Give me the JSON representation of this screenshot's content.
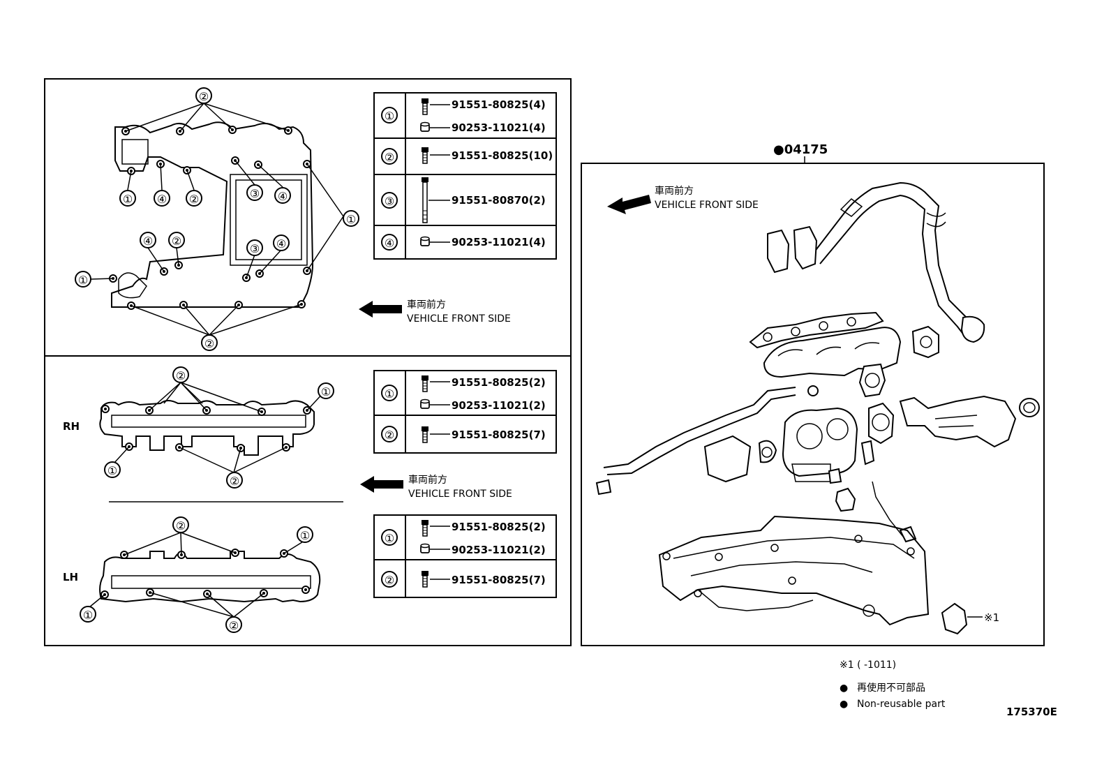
{
  "front_side": {
    "ja": "車両前方",
    "en": "VEHICLE FRONT SIDE"
  },
  "kit_part": "●04175",
  "side_labels": {
    "rh": "RH",
    "lh": "LH"
  },
  "upper_callouts": {
    "top": "②",
    "bottom": "②",
    "right": "①",
    "left": "①",
    "b1": "①",
    "b2": "④",
    "b3": "②",
    "b4": "③",
    "b5": "④",
    "m1": "④",
    "m2": "②",
    "m3": "③",
    "m4": "④"
  },
  "rh_callouts": {
    "top": "②",
    "right": "①",
    "left": "①",
    "bottom": "②"
  },
  "lh_callouts": {
    "top": "②",
    "right": "①",
    "left": "①",
    "bottom": "②"
  },
  "tables": {
    "upper": [
      {
        "ref": "①",
        "items": [
          "91551-80825(4)",
          "90253-11021(4)"
        ]
      },
      {
        "ref": "②",
        "items": [
          "91551-80825(10)"
        ]
      },
      {
        "ref": "③",
        "items": [
          "91551-80870(2)"
        ]
      },
      {
        "ref": "④",
        "items": [
          "90253-11021(4)"
        ]
      }
    ],
    "rh": [
      {
        "ref": "①",
        "items": [
          "91551-80825(2)",
          "90253-11021(2)"
        ]
      },
      {
        "ref": "②",
        "items": [
          "91551-80825(7)"
        ]
      }
    ],
    "lh": [
      {
        "ref": "①",
        "items": [
          "91551-80825(2)",
          "90253-11021(2)"
        ]
      },
      {
        "ref": "②",
        "items": [
          "91551-80825(7)"
        ]
      }
    ]
  },
  "note_mark": "※1",
  "footnote": {
    "range": "※1 (      -1011)",
    "nonreusable_ja": "再使用不可部品",
    "nonreusable_en": "Non-reusable part",
    "bullet": "●"
  },
  "figure_id": "175370E"
}
